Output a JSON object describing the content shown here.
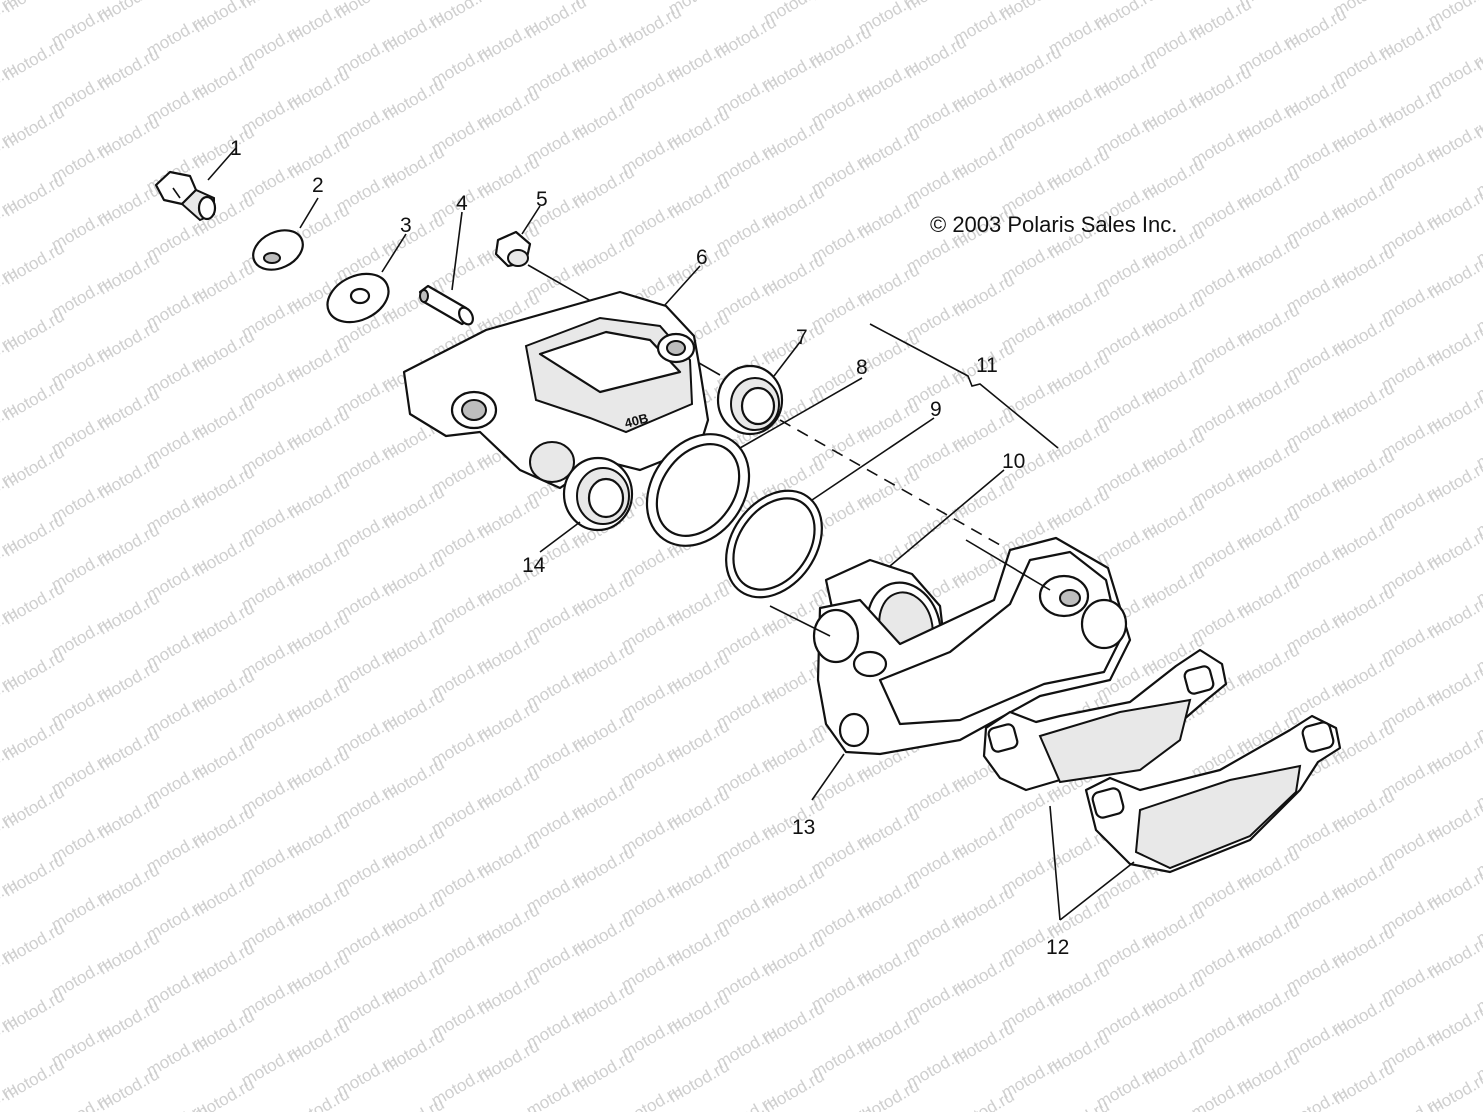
{
  "copyright": "© 2003 Polaris Sales Inc.",
  "watermark": "motod.ru",
  "casting_mark": "40B",
  "callouts": [
    "1",
    "2",
    "3",
    "4",
    "5",
    "6",
    "7",
    "8",
    "9",
    "10",
    "11",
    "12",
    "13",
    "14"
  ],
  "parts": [
    "bolt",
    "washer-small",
    "washer-large",
    "bleeder-valve",
    "cap",
    "caliper-body",
    "piston-seal-upper",
    "seal-ring",
    "dust-seal",
    "piston",
    "piston-kit-bracket",
    "brake-pads",
    "caliper-bracket",
    "piston-seal-lower"
  ]
}
